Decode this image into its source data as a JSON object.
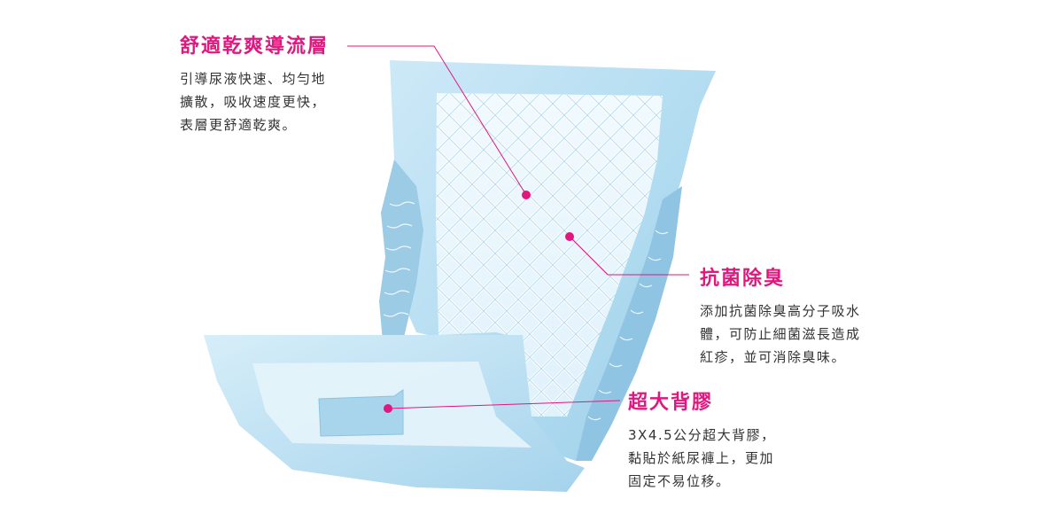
{
  "colors": {
    "accent": "#e0177f",
    "pad_light": "#d3ecf8",
    "pad_mid": "#a9d7ef",
    "pad_dark": "#7cbfe2",
    "text": "#333333"
  },
  "callouts": {
    "top": {
      "title": "舒適乾爽導流層",
      "lines": [
        "引導尿液快速、均勻地",
        "擴散，吸收速度更快，",
        "表層更舒適乾爽。"
      ]
    },
    "middle": {
      "title": "抗菌除臭",
      "lines": [
        "添加抗菌除臭高分子吸水",
        "體，可防止細菌滋長造成",
        "紅疹，並可消除臭味。"
      ]
    },
    "bottom": {
      "title": "超大背膠",
      "lines": [
        "3X4.5公分超大背膠，",
        "黏貼於紙尿褲上，更加",
        "固定不易位移。"
      ]
    }
  }
}
